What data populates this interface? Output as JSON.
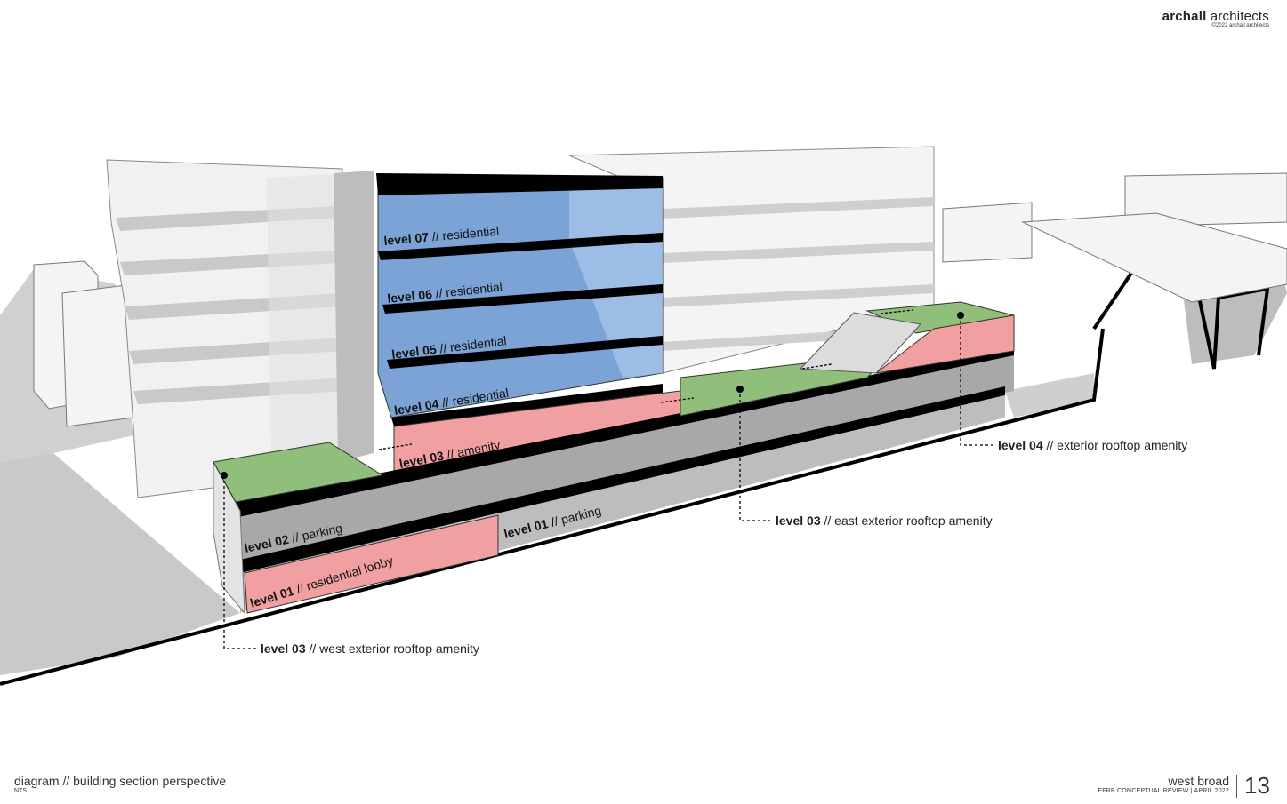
{
  "brand": {
    "name_bold": "archall",
    "name_rest": " architects",
    "copyright": "©2022 archall architects"
  },
  "callouts": {
    "west": {
      "level": "level 03",
      "sep": " // ",
      "desc": "west exterior rooftop amenity"
    },
    "east": {
      "level": "level 03",
      "sep": " // ",
      "desc": "east exterior rooftop amenity"
    },
    "roof": {
      "level": "level 04",
      "sep": " // ",
      "desc": "exterior rooftop amenity"
    }
  },
  "levels": [
    {
      "level": "level 07",
      "use": "residential"
    },
    {
      "level": "level 06",
      "use": "residential"
    },
    {
      "level": "level 05",
      "use": "residential"
    },
    {
      "level": "level 04",
      "use": "residential"
    },
    {
      "level": "level 03",
      "use": "amenity"
    },
    {
      "level": "level 02",
      "use": "parking"
    },
    {
      "level": "level 01",
      "use": "residential lobby"
    },
    {
      "level": "level 01",
      "use": "parking"
    }
  ],
  "level_sep": " // ",
  "footer": {
    "diagram_title": "diagram // building section perspective",
    "scale": "NTS",
    "project": "west broad",
    "review": "EFRB CONCEPTUAL REVIEW | APRIL 2022",
    "page": "13"
  },
  "colors": {
    "residential": "#7ba3d6",
    "amenity": "#f0a0a0",
    "rooftop": "#8fbf7a",
    "parking": "#a8a8a8",
    "shadow": "#c8c8c8",
    "slab": "#000000"
  }
}
